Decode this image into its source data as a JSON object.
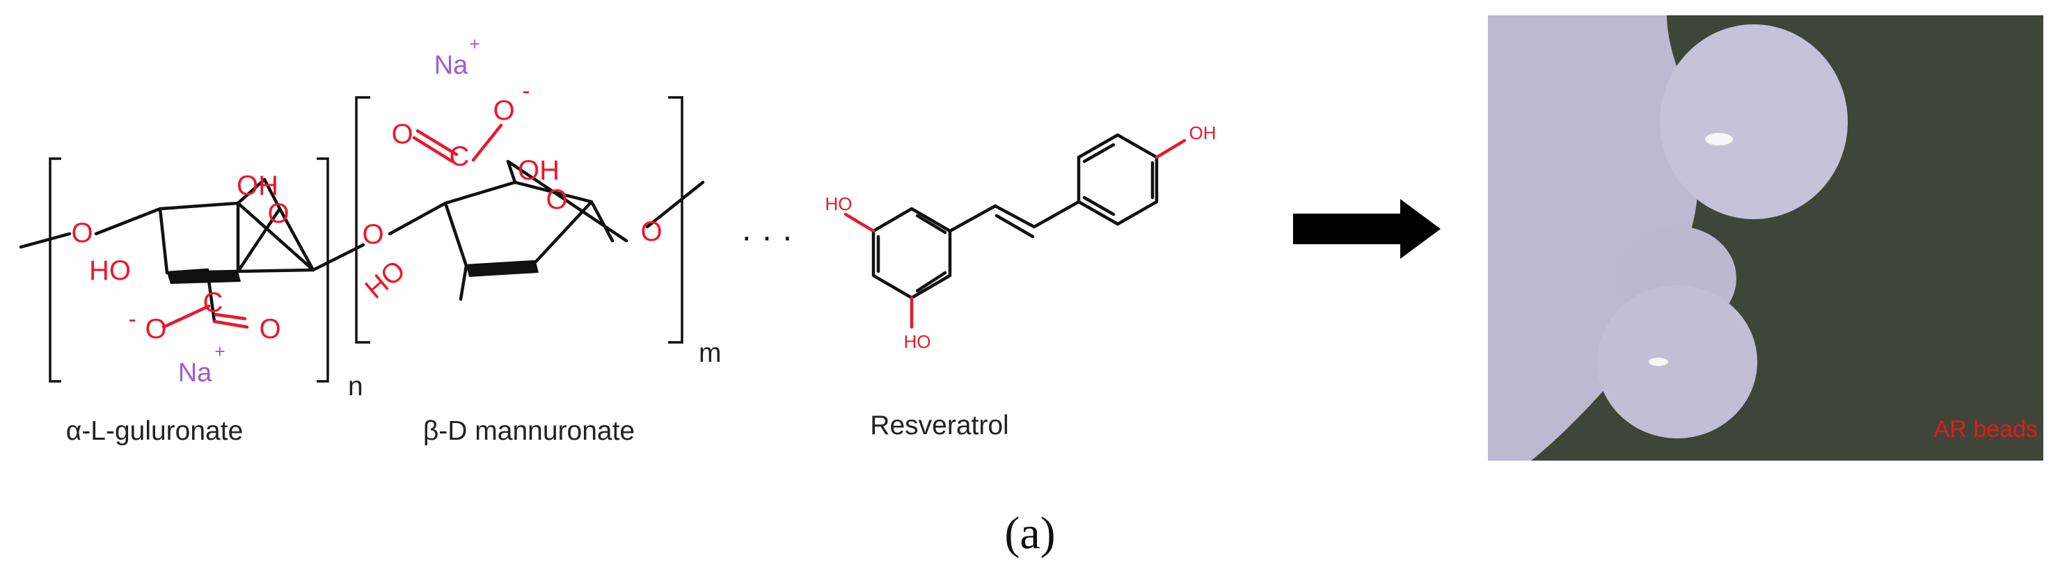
{
  "structures": {
    "guluronate": {
      "caption": "α-L-guluronate",
      "atoms": {
        "ring_o": "O",
        "oh": "OH",
        "ho": "HO",
        "link_o": "O",
        "carbonyl_o": "O",
        "carbonyl_c": "C",
        "minus": "-",
        "anion_o": "O"
      },
      "counter_ion": {
        "ion": "Na",
        "charge": "+"
      },
      "subscript": "n"
    },
    "mannuronate": {
      "caption": "β-D mannuronate",
      "atoms": {
        "ring_o": "O",
        "oh": "OH",
        "ho": "HO",
        "end_o": "O",
        "link_o": "O",
        "carbonyl_o": "O",
        "carbonyl_c": "C",
        "anion_o": "O",
        "minus": "-"
      },
      "counter_ion": {
        "ion": "Na",
        "charge": "+"
      },
      "subscript": "m"
    },
    "ellipsis": "· · ·",
    "resveratrol": {
      "caption": "Resveratrol",
      "groups": {
        "oh_top": "OH",
        "ho_left": "HO",
        "ho_bottom": "HO"
      }
    }
  },
  "arrow": "right-arrow",
  "photo": {
    "label": "AR beads",
    "label_color": "#e01b1b",
    "background_color": "#3f4639",
    "bead_color": "#bdb9d2"
  },
  "panel_label": "(a)",
  "colors": {
    "heteroatom": "#e8192c",
    "sodium": "#a259d9"
  }
}
